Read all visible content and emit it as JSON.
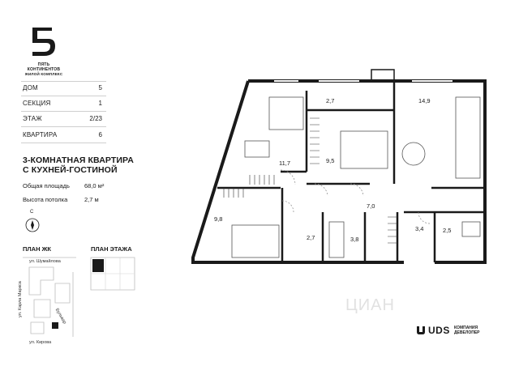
{
  "logo": {
    "line1": "ПЯТЬ",
    "line2": "КОНТИНЕНТОВ",
    "line3": "ЖИЛОЙ КОМПЛЕКС"
  },
  "specs": [
    {
      "label": "ДОМ",
      "value": "5"
    },
    {
      "label": "СЕКЦИЯ",
      "value": "1"
    },
    {
      "label": "ЭТАЖ",
      "value": "2/23"
    },
    {
      "label": "КВАРТИРА",
      "value": "6"
    }
  ],
  "apartment": {
    "title_line1": "3-КОМНАТНАЯ КВАРТИРА",
    "title_line2": "С КУХНЕЙ-ГОСТИНОЙ",
    "total_area_label": "Общая площадь",
    "total_area_value": "68,0 м²",
    "ceiling_label": "Высота потолка",
    "ceiling_value": "2,7 м"
  },
  "compass": {
    "north": "С"
  },
  "plans": {
    "complex": "ПЛАН ЖК",
    "floor": "ПЛАН ЭТАЖА"
  },
  "streets": {
    "shumaylova": "ул. Шумайлова",
    "karla_marksa": "ул. Карла Маркса",
    "bulvarnaya": "Бульвар",
    "kirova": "ул. Кирова"
  },
  "rooms": {
    "loggia": "2,7",
    "kitchen": "14,9",
    "room_left": "11,7",
    "bedroom": "9,5",
    "hall": "7,0",
    "room_bottom": "9,8",
    "wc1": "2,7",
    "bath": "3,8",
    "corridor": "3,4",
    "wc2": "2,5"
  },
  "developer": {
    "brand": "UDS",
    "sub1": "КОМПАНИЯ",
    "sub2": "ДЕВЕЛОПЕР"
  },
  "watermark": "ЦИАН"
}
